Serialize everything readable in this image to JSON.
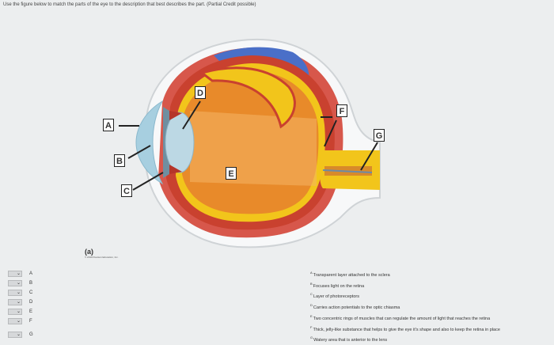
{
  "instructions": "Use the figure below to match the parts of the eye to the description that best describes the part. (Partial Credit possible)",
  "figure": {
    "labels": [
      "A",
      "B",
      "C",
      "D",
      "E",
      "F",
      "G"
    ],
    "caption": "(a)",
    "copyright": "© 2019 Pearson Education, Inc."
  },
  "selectors": [
    {
      "letter": "A",
      "value": ""
    },
    {
      "letter": "B",
      "value": ""
    },
    {
      "letter": "C",
      "value": ""
    },
    {
      "letter": "D",
      "value": ""
    },
    {
      "letter": "E",
      "value": ""
    },
    {
      "letter": "F",
      "value": ""
    },
    {
      "letter": "G",
      "value": ""
    }
  ],
  "descriptions": [
    {
      "letter": "A",
      "text": "Transparent layer attached to the sclera"
    },
    {
      "letter": "B",
      "text": "Focuses light on the retina"
    },
    {
      "letter": "C",
      "text": "Layer of photoreceptors"
    },
    {
      "letter": "D",
      "text": "Carries action potentials to the optic chiasma"
    },
    {
      "letter": "E",
      "text": "Two concentric rings of muscles that can regulate the amount of light that reaches the retina"
    },
    {
      "letter": "F",
      "text": "Thick, jelly-like substance that helps to give the eye it's shape and also to keep the retina in place"
    },
    {
      "letter": "G",
      "text": "Watery area that is anterior to the lens"
    }
  ]
}
